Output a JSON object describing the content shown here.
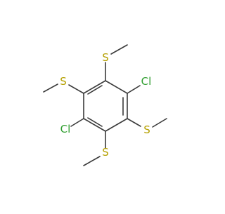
{
  "molecule": {
    "atoms": [
      {
        "id": "S_top",
        "label": "S",
        "color": "#b5a000"
      },
      {
        "id": "S_left",
        "label": "S",
        "color": "#b5a000"
      },
      {
        "id": "S_right",
        "label": "S",
        "color": "#b5a000"
      },
      {
        "id": "S_bottom",
        "label": "S",
        "color": "#b5a000"
      },
      {
        "id": "Cl_right",
        "label": "Cl",
        "color": "#2f9e2f"
      },
      {
        "id": "Cl_left",
        "label": "Cl",
        "color": "#2f9e2f"
      }
    ],
    "bond_color": "#3a3a3a"
  }
}
